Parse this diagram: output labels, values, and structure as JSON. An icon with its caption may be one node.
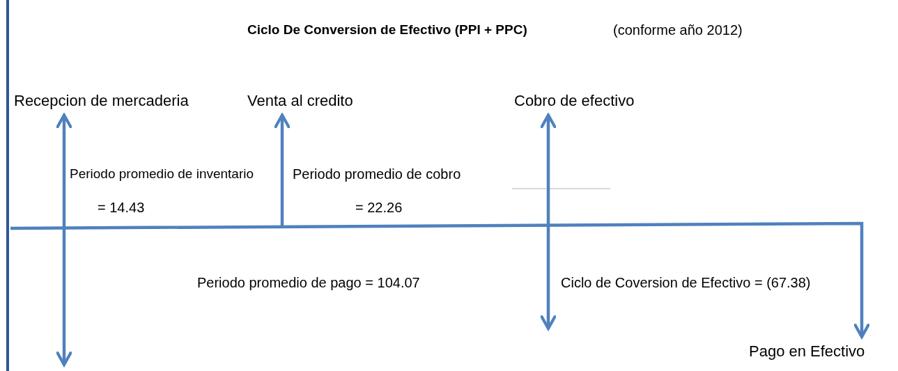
{
  "diagram": {
    "title": "Ciclo De Conversion de Efectivo (PPI + PPC)",
    "nodes": [
      {
        "text": [
          "Recepcion de mercaderia"
        ]
      },
      {
        "text": [
          "Venta al credito"
        ]
      },
      {
        "text": [
          "Cobro de efectivo"
        ]
      },
      {
        "text": [
          "Pago en Efectivo"
        ]
      }
    ],
    "edges": [
      {
        "from": null,
        "to": 0,
        "arrow": "both"
      },
      {
        "from": null,
        "to": 1,
        "arrow": "to"
      },
      {
        "from": null,
        "to": 2,
        "arrow": "both"
      },
      {
        "from": null,
        "to": 3,
        "arrow": "to"
      }
    ],
    "labels": [
      "(conforme año 2012)",
      "Periodo promedio de inventario",
      "Periodo promedio de cobro",
      "= 14.43",
      "= 22.26",
      "Periodo promedio de pago = 104.07",
      "Ciclo de Coversion de Efectivo = (67.38)"
    ]
  }
}
